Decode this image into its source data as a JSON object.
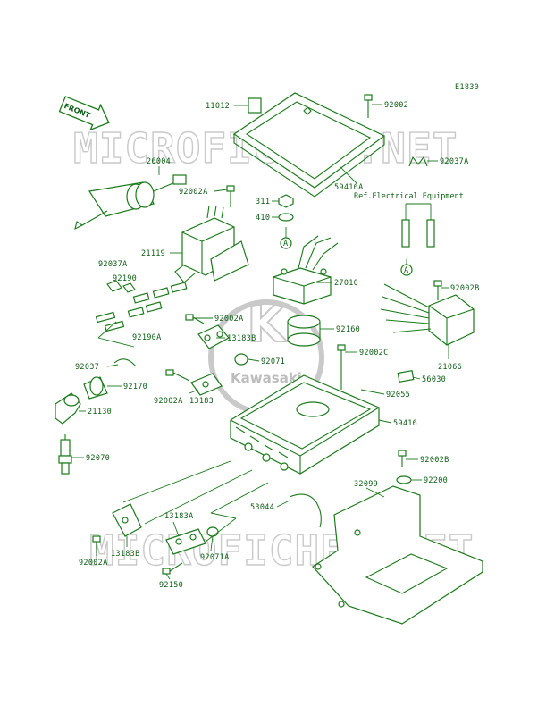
{
  "diagram_code": "E1830",
  "front_label": "FRONT",
  "watermark_text": "MICROFICHES.NET",
  "watermark_logo_text": "Kawasaki",
  "ref_note": "Ref.Electrical Equipment",
  "colors": {
    "line": "#1a7a1a",
    "text": "#0b5e12",
    "watermark": "#c9c9c9"
  },
  "callouts": {
    "c11012": "11012",
    "c92002_top": "92002",
    "c92037A_right": "92037A",
    "c26004": "26004",
    "c59416A": "59416A",
    "c92002A_1": "92002A",
    "c311": "311",
    "c410": "410",
    "c21119": "21119",
    "c92037A_left": "92037A",
    "c92190": "92190",
    "c27010": "27010",
    "c92002B": "92002B",
    "c92002A_2": "92002A",
    "c13183B_upper": "13183B",
    "c92160": "92160",
    "c92190A": "92190A",
    "c92002C": "92002C",
    "c92071": "92071",
    "c21066": "21066",
    "c92037": "92037",
    "c92170": "92170",
    "c56030": "56030",
    "c92002A_3": "92002A",
    "c13183": "13183",
    "c92055": "92055",
    "c21130": "21130",
    "c59416": "59416",
    "c92070": "92070",
    "c92002B_2": "92002B",
    "c32099": "32099",
    "c92200": "92200",
    "c53044": "53044",
    "c13183A": "13183A",
    "c13183B_lower": "13183B",
    "c92002A_4": "92002A",
    "c92071A": "92071A",
    "c92150": "92150"
  }
}
